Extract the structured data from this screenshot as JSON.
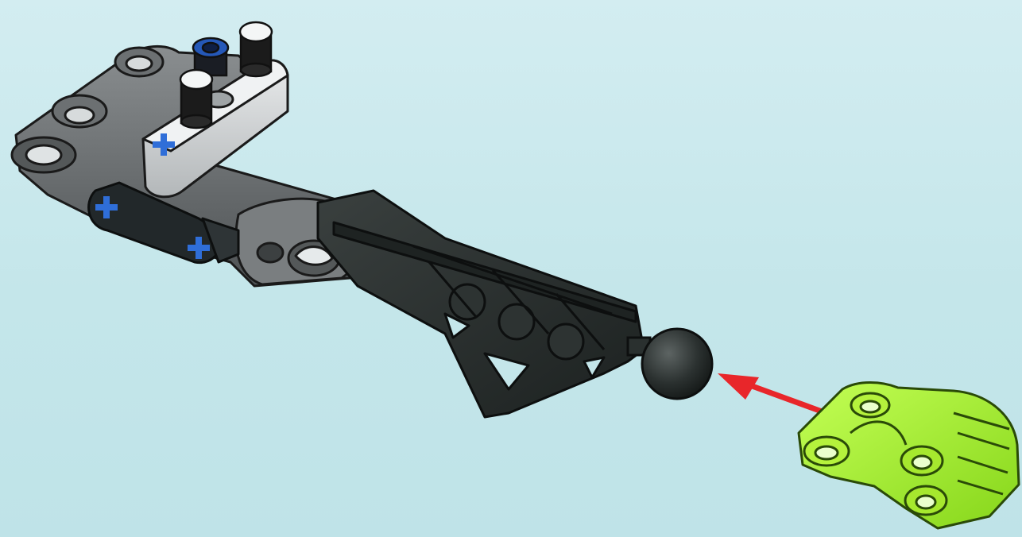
{
  "scene": {
    "type": "assembly-instruction-step",
    "parts": [
      {
        "name": "dark-gray-arm-assembly",
        "color": "#5f6366"
      },
      {
        "name": "light-gray-beam",
        "color": "#c9ccce"
      },
      {
        "name": "black-pins",
        "color": "#1c1c1c"
      },
      {
        "name": "blue-axle-holes",
        "color": "#2f6ed8"
      },
      {
        "name": "black-leg-piece",
        "color": "#262b2a"
      },
      {
        "name": "ball-joint",
        "color": "#2a302f"
      },
      {
        "name": "lime-green-socket-piece",
        "color": "#9df02a"
      }
    ],
    "arrow": {
      "color": "#e8262a",
      "meaning": "attach-green-socket-to-ball-joint"
    }
  }
}
